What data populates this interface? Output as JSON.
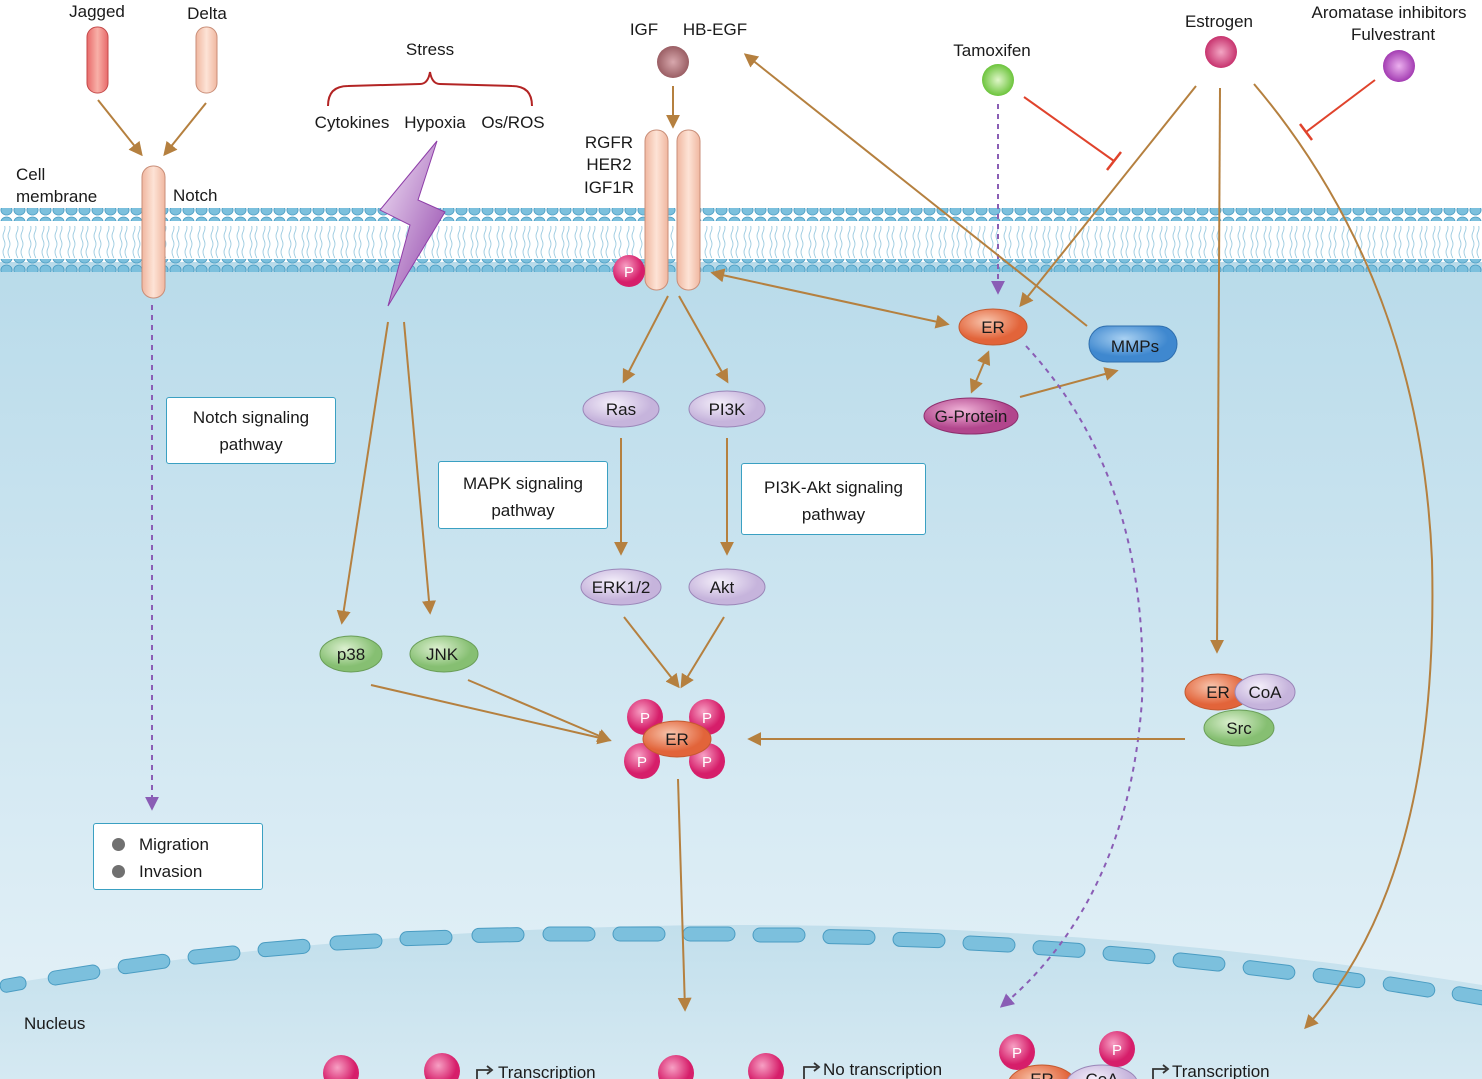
{
  "ligands": {
    "jagged": "Jagged",
    "delta": "Delta",
    "igf": "IGF",
    "hb_egf": "HB-EGF",
    "tamoxifen": "Tamoxifen",
    "estrogen": "Estrogen",
    "aromatase_line1": "Aromatase inhibitors",
    "aromatase_line2": "Fulvestrant"
  },
  "stress": {
    "title": "Stress",
    "cytokines": "Cytokines",
    "hypoxia": "Hypoxia",
    "os_ros": "Os/ROS"
  },
  "membrane": {
    "cell_line1": "Cell",
    "cell_line2": "membrane",
    "notch": "Notch",
    "receptors": [
      "RGFR",
      "HER2",
      "IGF1R"
    ]
  },
  "nodes": {
    "er_top": "ER",
    "mmps": "MMPs",
    "g_protein": "G-Protein",
    "ras": "Ras",
    "pi3k": "PI3K",
    "erk": "ERK1/2",
    "akt": "Akt",
    "p38": "p38",
    "jnk": "JNK",
    "er_center": "ER",
    "er_complex": "ER",
    "coa": "CoA",
    "src": "Src",
    "phospho": "P"
  },
  "pathway_boxes": {
    "notch": [
      "Notch signaling",
      "pathway"
    ],
    "mapk": [
      "MAPK signaling",
      "pathway"
    ],
    "pi3k_akt": [
      "PI3K-Akt signaling",
      "pathway"
    ]
  },
  "outcomes": [
    "Migration",
    "Invasion"
  ],
  "nucleus": {
    "label": "Nucleus",
    "transcription_1": "Transcription",
    "no_transcription": "No transcription",
    "transcription_2": "Transcription",
    "er_bottom": "ER",
    "coa_bottom": "CoA"
  },
  "colors": {
    "arrow": "#b5803f",
    "inhibit": "#e0432c",
    "dashed": "#8a5db5",
    "membrane_bead": "#7cc0dd",
    "cytoplasm": "#c9e2ee",
    "phospho": "#e0417e",
    "er": "#ec7a50",
    "kinase": "#d9cde6",
    "mapk_green": "#9acc8a",
    "mmps": "#4d96d6",
    "g_protein": "#c0569c",
    "box_border": "#3aa0c2"
  }
}
